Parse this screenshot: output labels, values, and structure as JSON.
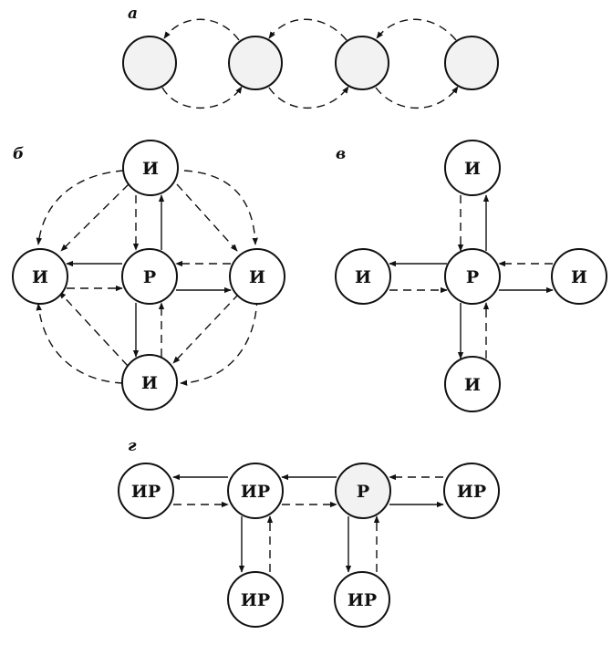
{
  "panels": {
    "a": {
      "label": "а"
    },
    "b": {
      "label": "б"
    },
    "v": {
      "label": "в"
    },
    "g": {
      "label": "г"
    }
  },
  "nodes": {
    "i": "И",
    "r": "Р",
    "ir": "ИР"
  }
}
